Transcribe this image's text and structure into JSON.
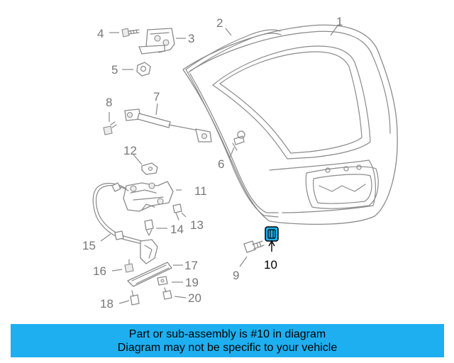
{
  "diagram": {
    "callouts": {
      "c1": "1",
      "c2": "2",
      "c3": "3",
      "c4": "4",
      "c5": "5",
      "c6": "6",
      "c7": "7",
      "c8": "8",
      "c9": "9",
      "c10": "10",
      "c11": "11",
      "c12": "12",
      "c13": "13",
      "c14": "14",
      "c15": "15",
      "c16": "16",
      "c17": "17",
      "c18": "18",
      "c19": "19",
      "c20": "20"
    },
    "highlighted_part": "10",
    "highlight_color": "#1eaff0"
  },
  "banner": {
    "line1": "Part or sub-assembly is #10 in diagram",
    "line2": "Diagram may not be specific to your vehicle",
    "background": "#1eaff0"
  }
}
